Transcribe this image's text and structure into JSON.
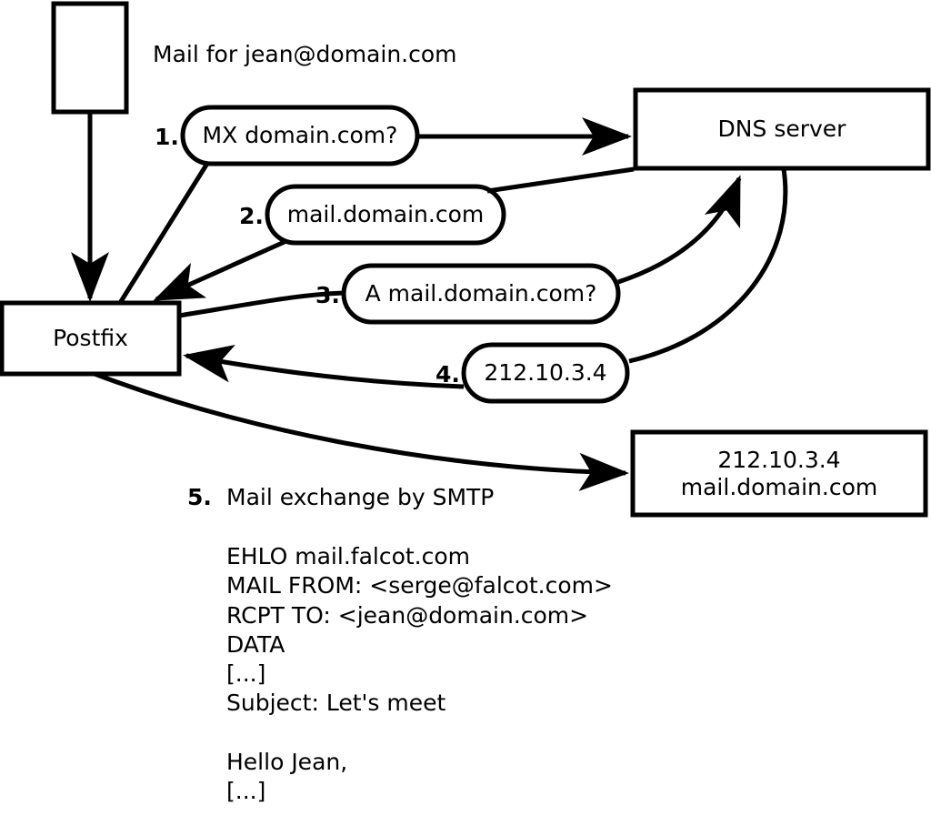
{
  "diagram": {
    "title_note": "Mail for jean@domain.com",
    "nodes": [
      {
        "id": "client",
        "label": ""
      },
      {
        "id": "postfix",
        "label": "Postfix"
      },
      {
        "id": "dns",
        "label": "DNS server"
      },
      {
        "id": "mailserver",
        "label_line1": "212.10.3.4",
        "label_line2": "mail.domain.com"
      }
    ],
    "steps": [
      {
        "num": "1.",
        "text": "MX domain.com?"
      },
      {
        "num": "2.",
        "text": "mail.domain.com"
      },
      {
        "num": "3.",
        "text": "A mail.domain.com?"
      },
      {
        "num": "4.",
        "text": "212.10.3.4"
      },
      {
        "num": "5.",
        "text": "Mail exchange by SMTP"
      }
    ],
    "smtp_transcript": [
      "EHLO mail.falcot.com",
      "MAIL FROM: <serge@falcot.com>",
      "RCPT TO: <jean@domain.com>",
      "DATA",
      "[...]",
      "Subject: Let's meet",
      "",
      "Hello Jean,",
      "[...]",
      "",
      "."
    ],
    "colors": {
      "stroke": "#000000",
      "fill": "#ffffff",
      "text": "#000000"
    }
  }
}
